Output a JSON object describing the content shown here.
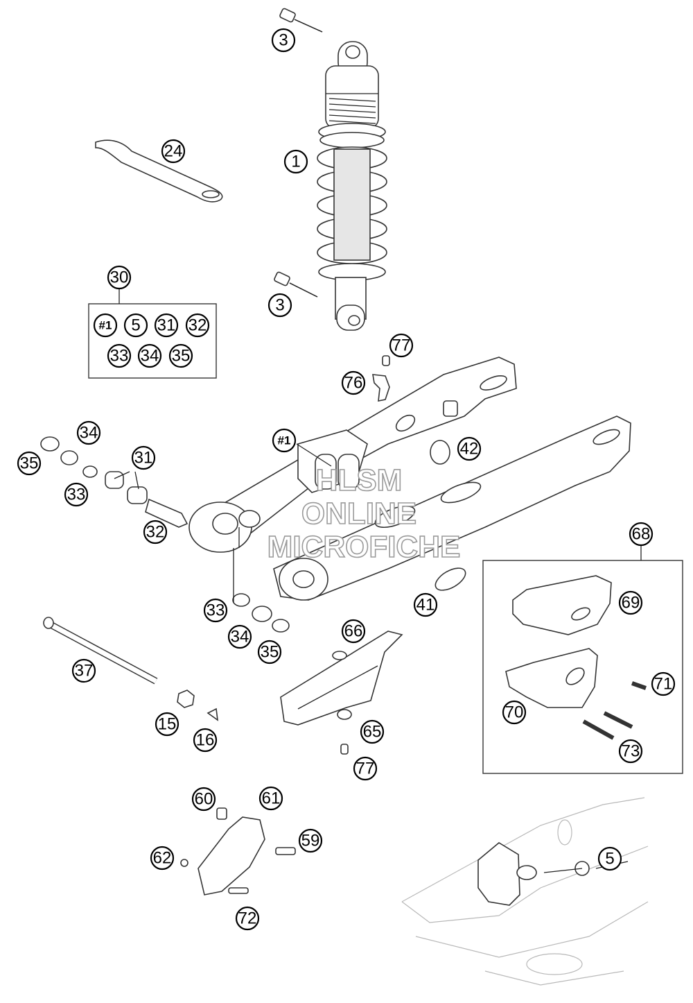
{
  "diagram": {
    "callouts": {
      "c3_top": "3",
      "c24": "24",
      "c1": "1",
      "c30": "30",
      "c3_bottom": "3",
      "kit_h1": "#1",
      "kit_5": "5",
      "kit_31": "31",
      "kit_32": "32",
      "kit_33": "33",
      "kit_34": "34",
      "kit_35": "35",
      "c77_top": "77",
      "c76": "76",
      "c34_left": "34",
      "c35_left": "35",
      "c31": "31",
      "c33_left": "33",
      "c32": "32",
      "h1_swingarm": "#1",
      "c42": "42",
      "c68": "68",
      "c33_mid": "33",
      "c34_mid": "34",
      "c35_mid": "35",
      "c41": "41",
      "c69": "69",
      "c66": "66",
      "c37": "37",
      "c71": "71",
      "c70": "70",
      "c15": "15",
      "c16": "16",
      "c65": "65",
      "c73": "73",
      "c77_bottom": "77",
      "c60": "60",
      "c61": "61",
      "c59": "59",
      "c62": "62",
      "c72": "72",
      "c5": "5"
    },
    "watermark": [
      "HLSM",
      "ONLINE",
      "MICROFICHE"
    ]
  }
}
